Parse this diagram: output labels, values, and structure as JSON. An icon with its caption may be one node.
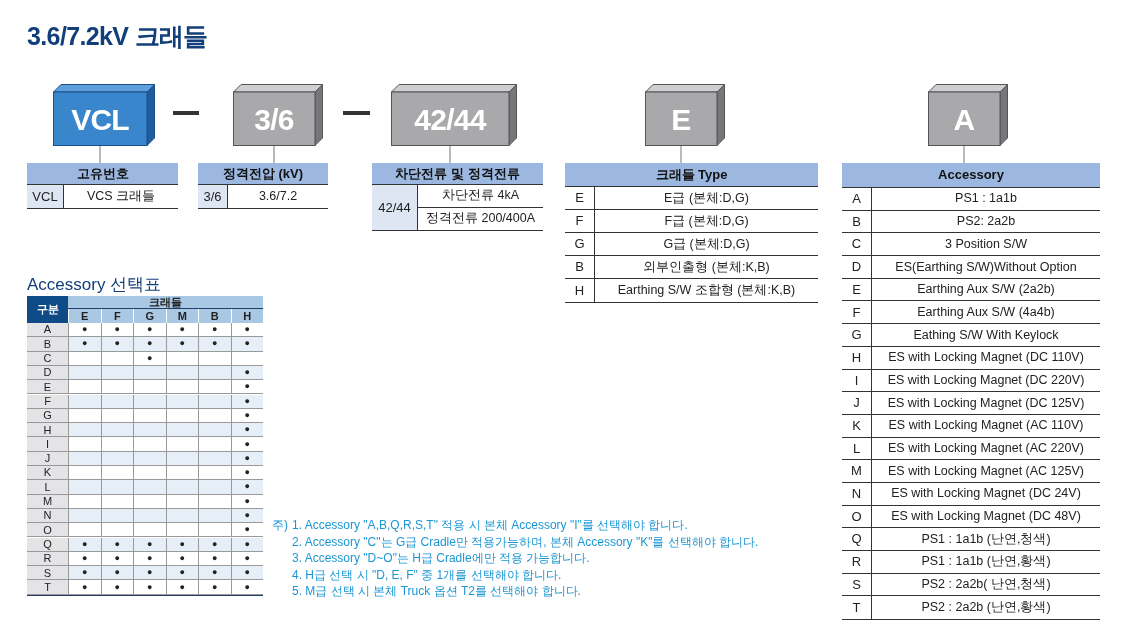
{
  "diagram": {
    "title": "3.6/7.2kV 크래들",
    "nodes": [
      {
        "text": [
          "VCL"
        ]
      },
      {
        "text": [
          "3/6"
        ]
      },
      {
        "text": [
          "42/44"
        ]
      },
      {
        "text": [
          "E"
        ]
      },
      {
        "text": [
          "A"
        ]
      },
      {
        "text": [
          "고유번호",
          "VCL",
          "VCS 크래들"
        ]
      },
      {
        "text": [
          "정격전압 (kV)",
          "3/6",
          "3.6/7.2"
        ]
      },
      {
        "text": [
          "차단전류 및 정격전류",
          "42/44",
          "차단전류 4kA",
          "정격전류 200/400A"
        ]
      },
      {
        "text": [
          "크래들 Type",
          "E",
          "E급 (본체:D,G)",
          "F",
          "F급 (본체:D,G)",
          "G",
          "G급 (본체:D,G)",
          "B",
          "외부인출형 (본체:K,B)",
          "H",
          "Earthing S/W 조합형 (본체:K,B)"
        ]
      },
      {
        "text": [
          "Accessory",
          "A",
          "PS1 : 1a1b",
          "B",
          "PS2: 2a2b",
          "C",
          "3 Position S/W",
          "D",
          "ES(Earthing S/W)Without Option",
          "E",
          "Earthing Aux S/W (2a2b)",
          "F",
          "Earthing Aux S/W (4a4b)",
          "G",
          "Eathing S/W With Keylock",
          "H",
          "ES with Locking Magnet (DC 110V)",
          "I",
          "ES with Locking Magnet (DC 220V)",
          "J",
          "ES with Locking Magnet (DC 125V)",
          "K",
          "ES with Locking Magnet (AC 110V)",
          "L",
          "ES with Locking Magnet (AC 220V)",
          "M",
          "ES with Locking Magnet (AC 125V)",
          "N",
          "ES with Locking Magnet (DC 24V)",
          "O",
          "ES with Locking Magnet (DC 48V)",
          "Q",
          "PS1 : 1a1b (난연,청색)",
          "R",
          "PS1 : 1a1b (난연,황색)",
          "S",
          "PS2 : 2a2b( 난연,청색)",
          "T",
          "PS2 : 2a2b (난연,황색)"
        ]
      }
    ],
    "edges": [
      {
        "from": 0,
        "to": 5,
        "arrow": "none"
      },
      {
        "from": 1,
        "to": 6,
        "arrow": "none"
      },
      {
        "from": 2,
        "to": 7,
        "arrow": "none"
      },
      {
        "from": 3,
        "to": 8,
        "arrow": "none"
      },
      {
        "from": 4,
        "to": 9,
        "arrow": "none"
      }
    ],
    "labels": [
      "Accessory 선택표",
      "구분",
      "크래들",
      "E",
      "F",
      "G",
      "M",
      "B",
      "H",
      "A",
      "●",
      "●",
      "●",
      "●",
      "●",
      "●",
      "B",
      "●",
      "●",
      "●",
      "●",
      "●",
      "●",
      "C",
      "●",
      "D",
      "●",
      "E",
      "●",
      "F",
      "●",
      "G",
      "●",
      "H",
      "●",
      "I",
      "●",
      "J",
      "●",
      "K",
      "●",
      "L",
      "●",
      "M",
      "●",
      "N",
      "●",
      "O",
      "●",
      "Q",
      "●",
      "●",
      "●",
      "●",
      "●",
      "●",
      "R",
      "●",
      "●",
      "●",
      "●",
      "●",
      "●",
      "S",
      "●",
      "●",
      "●",
      "●",
      "●",
      "●",
      "T",
      "●",
      "●",
      "●",
      "●",
      "●",
      "●",
      "주)",
      "1. Accessory \"A,B,Q,R,S,T\" 적용 시 본체 Accessory \"I\"를 선택해야 합니다.",
      "2. Accessory \"C\"는 G급 Cradle만 적용가능하며, 본체 Accessory \"K\"를 선택해야 합니다.",
      "3. Accessory \"D~O\"는 H급 Cradle에만 적용 가능합니다.",
      "4. H급 선택 시 \"D, E, F\" 중 1개를 선택해야 합니다.",
      "5. M급 선택 시 본체 Truck 옵션 T2를 선택해야 합니다."
    ]
  }
}
